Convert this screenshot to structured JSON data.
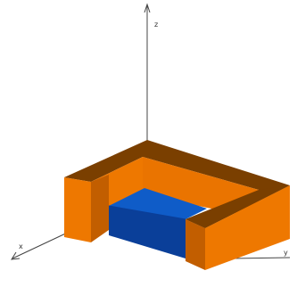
{
  "axes": {
    "x_label": "x",
    "y_label": "y",
    "z_label": "z"
  },
  "colors": {
    "background": "#ffffff",
    "axis_line": "#444444",
    "frame_top": "#7a3f00",
    "frame_front": "#ee7800",
    "frame_side": "#c25e00",
    "slab_top": "#0f5cc8",
    "slab_front": "#0a3f99"
  }
}
